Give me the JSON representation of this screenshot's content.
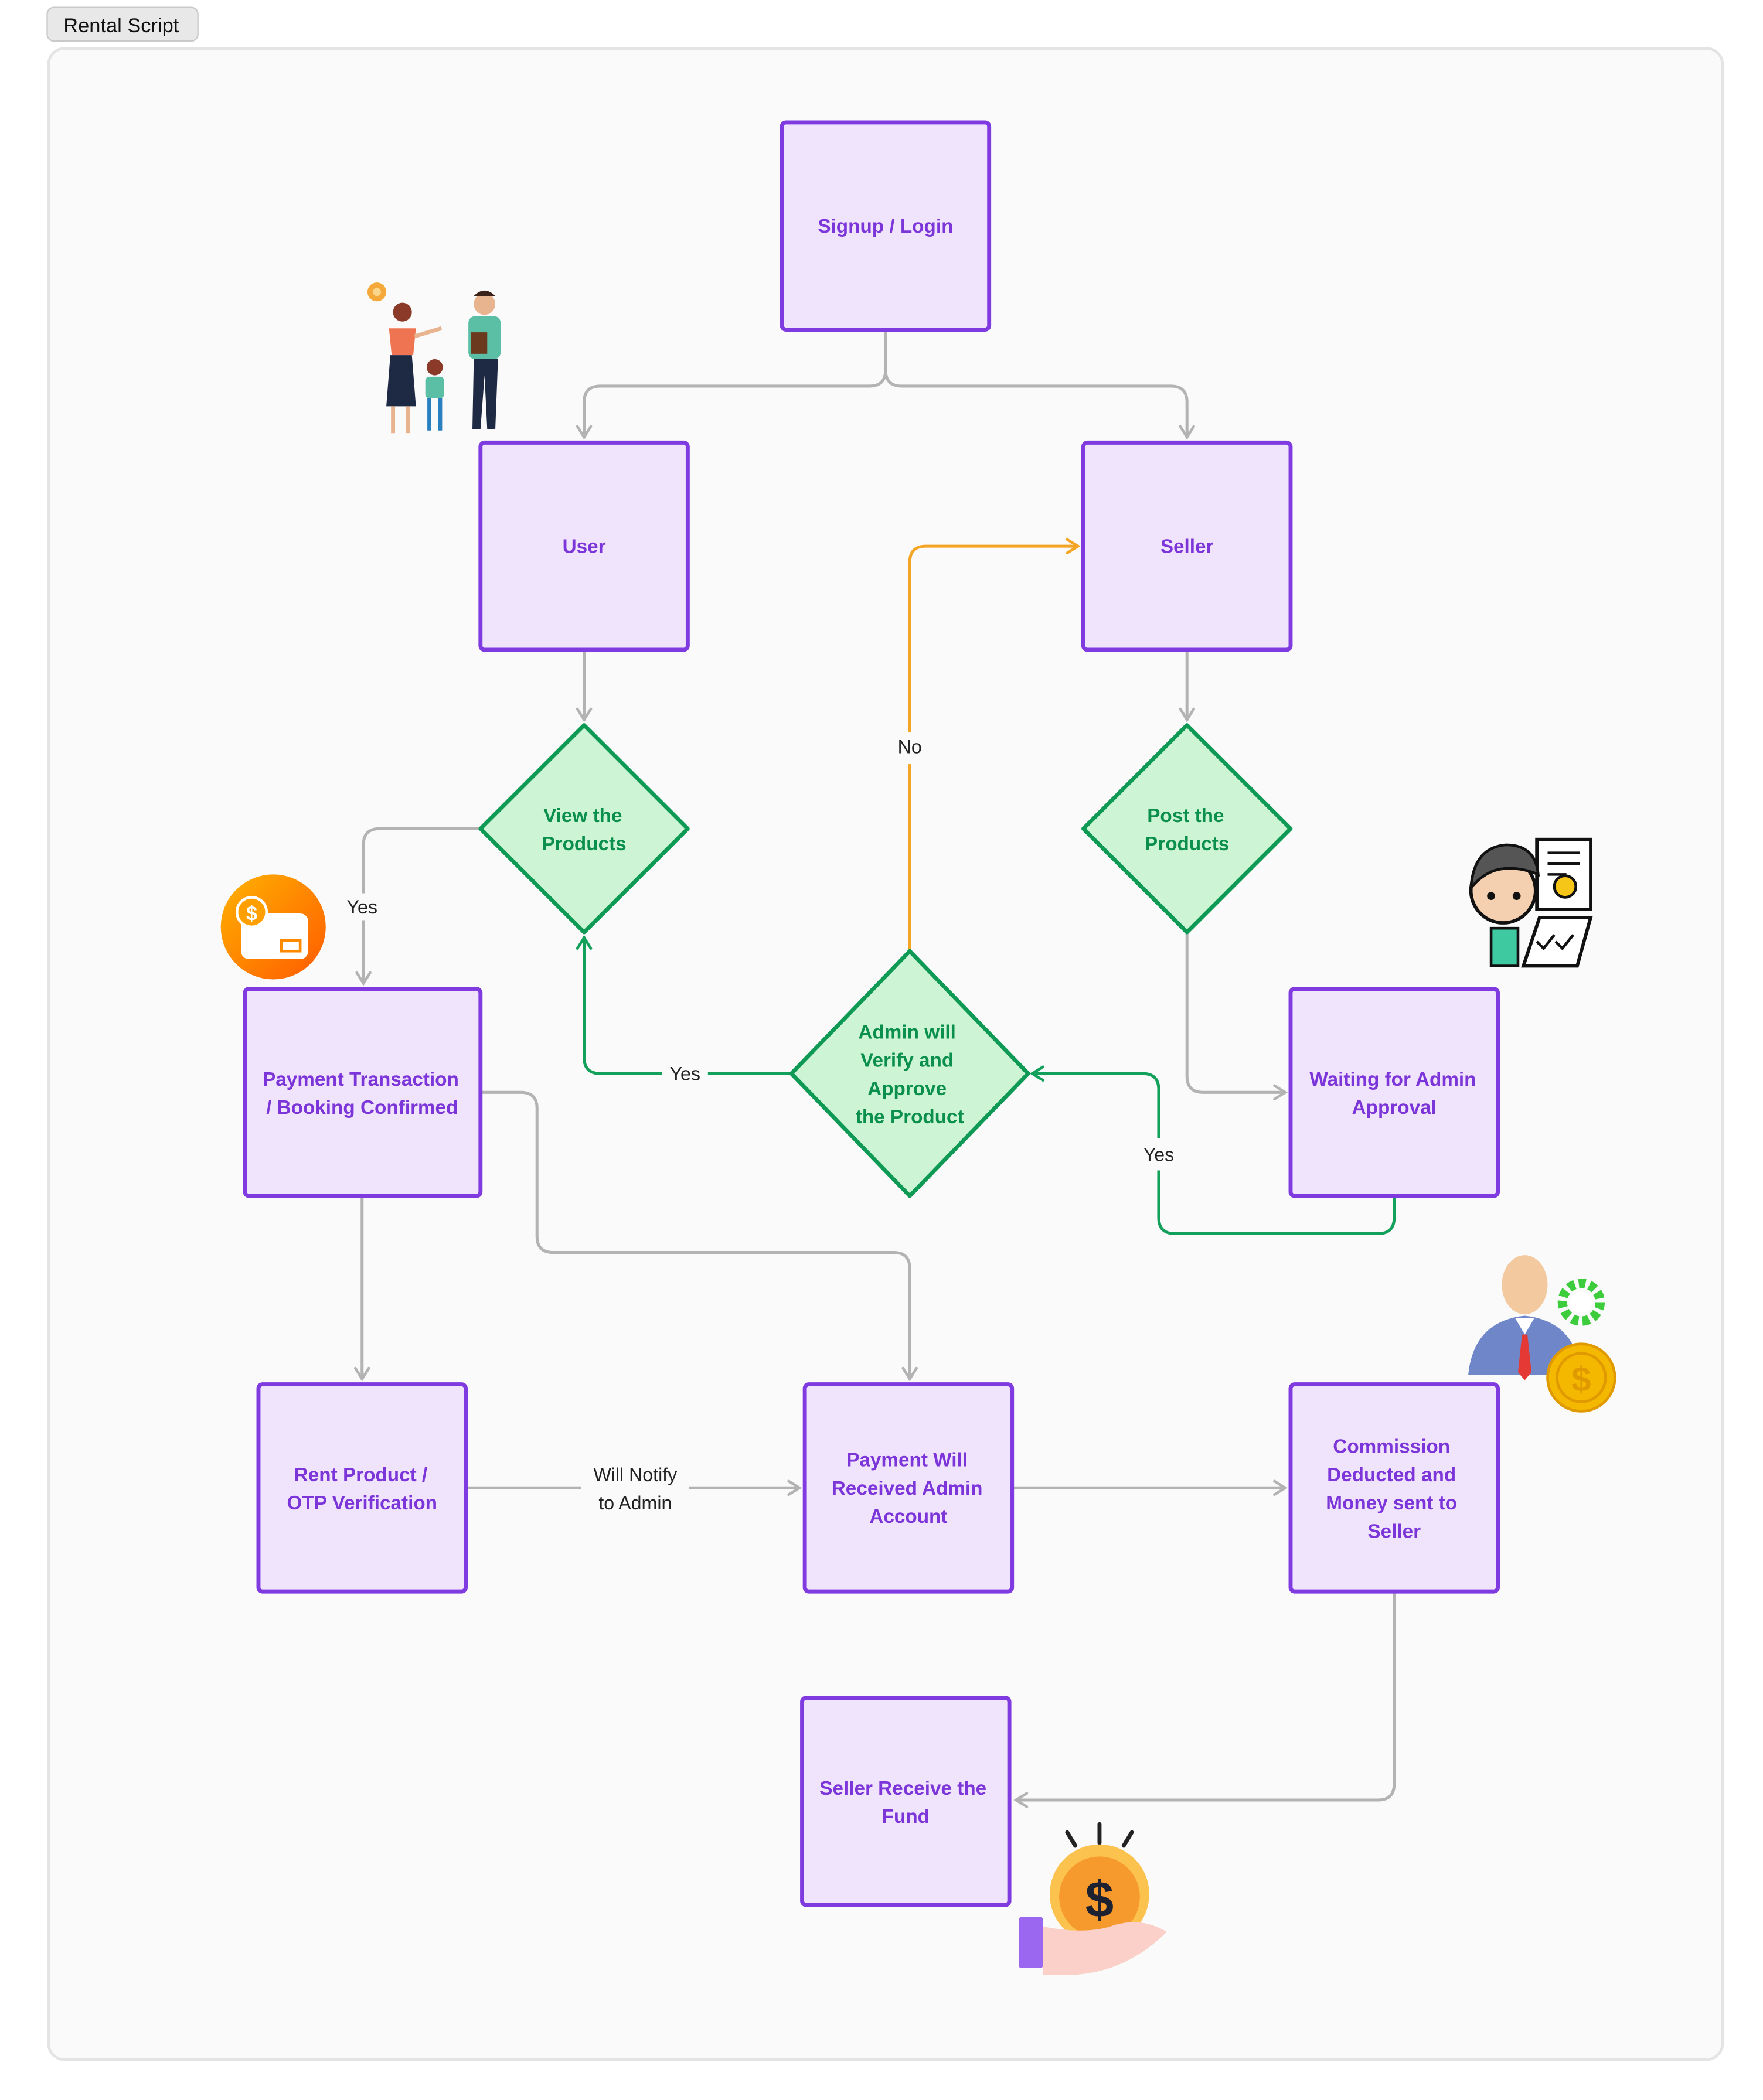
{
  "title": "Rental Script",
  "colors": {
    "box_fill": "#f0e4fc",
    "box_stroke": "#7f3ae0",
    "box_text": "#7b35d8",
    "decision_fill": "#cdf5d5",
    "decision_stroke": "#0e9a55",
    "connector": "#b3b3b3",
    "yes_connector": "#13a05a",
    "no_connector": "#f5a524"
  },
  "nodes": {
    "signup": [
      "Signup / Login"
    ],
    "user": [
      "User"
    ],
    "seller": [
      "Seller"
    ],
    "view_products": [
      "View the",
      "Products"
    ],
    "post_products": [
      "Post the",
      "Products"
    ],
    "admin_verify": [
      "Admin will",
      "Verify and",
      "Approve",
      "the Product"
    ],
    "payment_transaction": [
      "Payment Transaction",
      "/ Booking Confirmed"
    ],
    "waiting_approval": [
      "Waiting for Admin",
      "Approval"
    ],
    "rent_product": [
      "Rent Product /",
      "OTP Verification"
    ],
    "payment_admin": [
      "Payment Will",
      "Received Admin",
      "Account"
    ],
    "commission": [
      "Commission",
      "Deducted and",
      "Money sent to",
      "Seller"
    ],
    "seller_fund": [
      "Seller Receive the",
      "Fund"
    ]
  },
  "edge_labels": {
    "view_yes": "Yes",
    "admin_yes": "Yes",
    "waiting_yes": "Yes",
    "admin_no": "No",
    "notify": [
      "Will Notify",
      "to Admin"
    ]
  },
  "icons": [
    "family-illustration",
    "payment-card-icon",
    "admin-verify-icon",
    "businessman-commission-icon",
    "hand-coin-icon"
  ]
}
